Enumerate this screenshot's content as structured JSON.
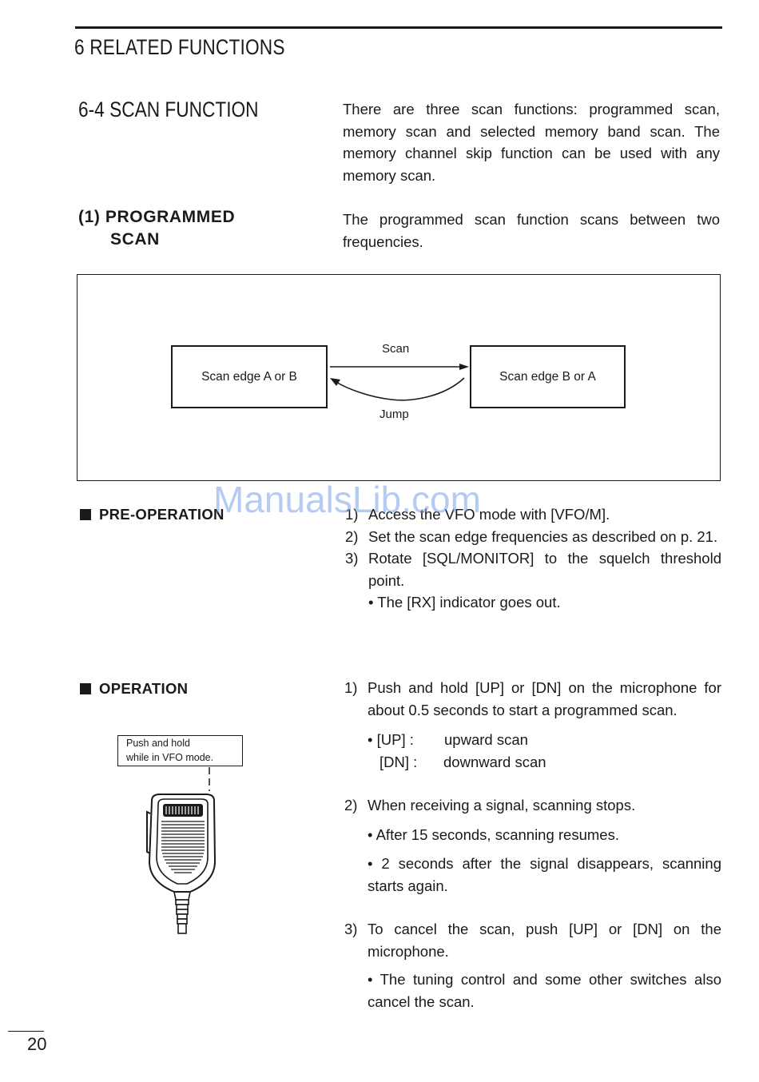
{
  "chapter_title": "6 RELATED FUNCTIONS",
  "section_title": "6-4 SCAN FUNCTION",
  "intro_text": "There are three scan functions: programmed scan, memory scan and selected memory band scan. The memory channel skip function can be used with any memory scan.",
  "programmed_scan": {
    "heading_line1": "(1) PROGRAMMED",
    "heading_line2": "SCAN",
    "description": "The programmed scan function scans between two frequencies."
  },
  "diagram": {
    "box_left": "Scan edge A or B",
    "box_right": "Scan edge B or A",
    "arrow_top_label": "Scan",
    "arrow_bottom_label": "Jump"
  },
  "pre_operation": {
    "heading": "PRE-OPERATION",
    "steps": [
      {
        "num": "1)",
        "text": "Access the VFO mode with [VFO/M]."
      },
      {
        "num": "2)",
        "text": "Set the scan edge frequencies as described on p. 21."
      },
      {
        "num": "3)",
        "text": "Rotate [SQL/MONITOR] to the squelch threshold point."
      }
    ],
    "note": "• The [RX] indicator goes out."
  },
  "operation": {
    "heading": "OPERATION",
    "callout_line1": "Push and hold",
    "callout_line2": "while in VFO mode.",
    "step1": {
      "num": "1)",
      "text": "Push and hold [UP] or [DN] on the microphone for about 0.5 seconds to start a programmed scan."
    },
    "step1_up_key": "• [UP] :",
    "step1_up_text": "upward scan",
    "step1_dn_key": "[DN] :",
    "step1_dn_text": "downward scan",
    "step2": {
      "num": "2)",
      "text": "When receiving a signal, scanning stops."
    },
    "step2_bullet1": "• After 15 seconds, scanning resumes.",
    "step2_bullet2": "• 2 seconds after the signal disappears, scanning starts again.",
    "step3": {
      "num": "3)",
      "text": "To cancel the scan, push [UP] or [DN] on the microphone."
    },
    "step3_bullet": "• The tuning control and some other switches also cancel the scan."
  },
  "page_number": "20",
  "watermark": "ManualsLib.com"
}
